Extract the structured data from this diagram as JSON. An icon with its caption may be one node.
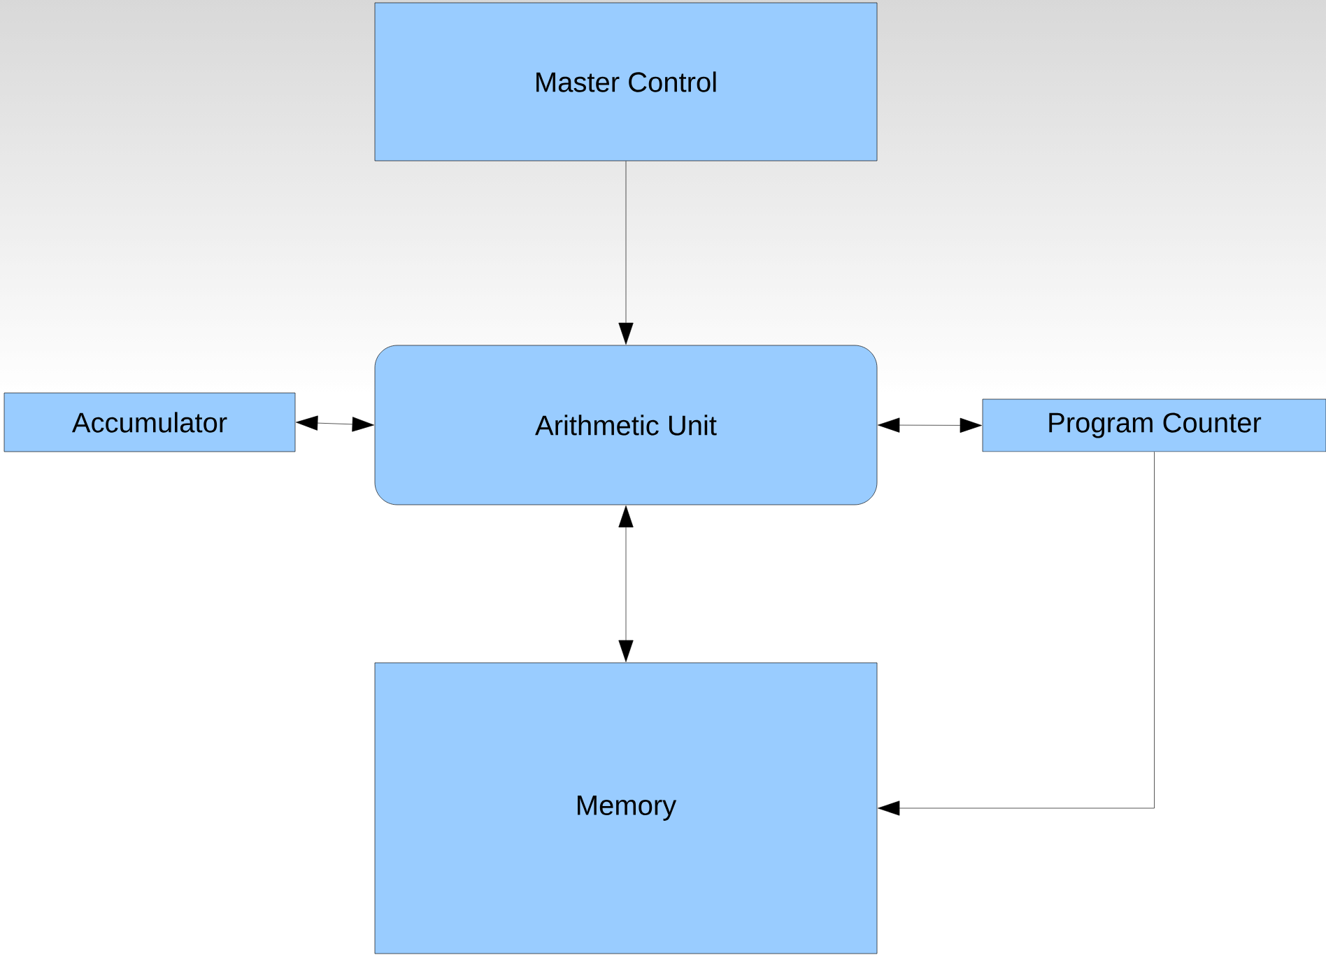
{
  "diagram": {
    "nodes": [
      {
        "text": [
          "Master Control"
        ]
      },
      {
        "text": [
          "Arithmetic Unit"
        ]
      },
      {
        "text": [
          "Accumulator"
        ]
      },
      {
        "text": [
          "Program Counter"
        ]
      },
      {
        "text": [
          "Memory"
        ]
      }
    ],
    "edges": [
      {
        "from": 0,
        "to": 1,
        "arrow": "to"
      },
      {
        "from": 2,
        "to": 1,
        "arrow": "both"
      },
      {
        "from": 1,
        "to": 3,
        "arrow": "both"
      },
      {
        "from": 1,
        "to": 4,
        "arrow": "both"
      },
      {
        "from": 3,
        "to": 4,
        "arrow": "to"
      }
    ]
  }
}
